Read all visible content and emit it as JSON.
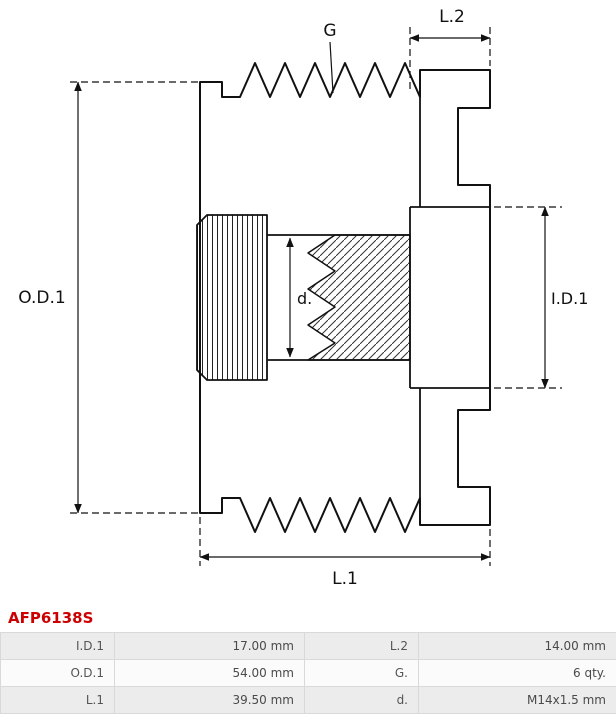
{
  "part_number": "AFP6138S",
  "colors": {
    "part_number_red": "#cc0000",
    "line_black": "#111111",
    "table_row_gray": "#ececec"
  },
  "diagram": {
    "labels": {
      "od1": "O.D.1",
      "id1": "I.D.1",
      "l1": "L.1",
      "l2": "L.2",
      "g": "G",
      "d": "d."
    }
  },
  "spec_table": {
    "rows": [
      {
        "label1": "I.D.1",
        "value1": "17.00 mm",
        "label2": "L.2",
        "value2": "14.00 mm"
      },
      {
        "label1": "O.D.1",
        "value1": "54.00 mm",
        "label2": "G.",
        "value2": "6 qty."
      },
      {
        "label1": "L.1",
        "value1": "39.50 mm",
        "label2": "d.",
        "value2": "M14x1.5 mm"
      }
    ]
  }
}
